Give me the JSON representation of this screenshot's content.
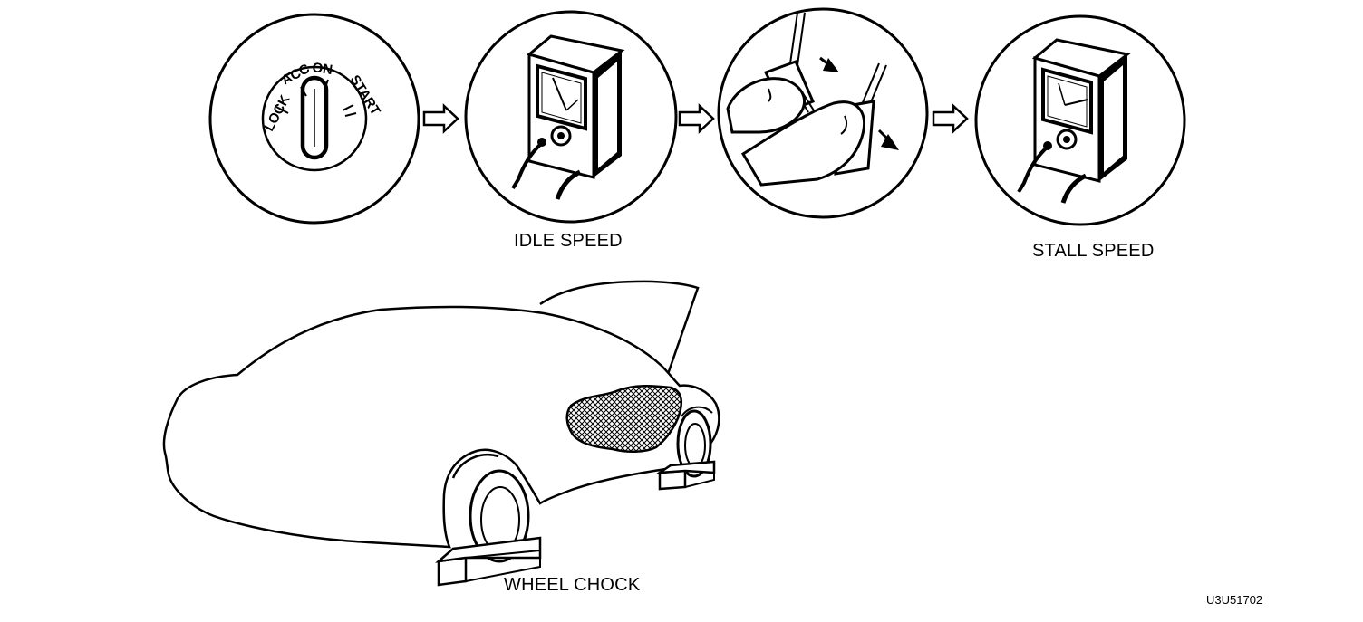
{
  "labels": {
    "idle_speed": "IDLE SPEED",
    "stall_speed": "STALL SPEED",
    "wheel_chock": "WHEEL CHOCK",
    "figure_id": "U3U51702"
  },
  "ignition_positions": {
    "lock": "LOCK",
    "acc": "ACC",
    "on": "ON",
    "start": "START"
  },
  "icons": [
    "ignition-switch-icon",
    "tachometer-icon",
    "pedals-icon",
    "arrow-right-icon",
    "car-icon",
    "wheel-chock-icon"
  ],
  "colors": {
    "line": "#000000",
    "background": "#ffffff"
  }
}
